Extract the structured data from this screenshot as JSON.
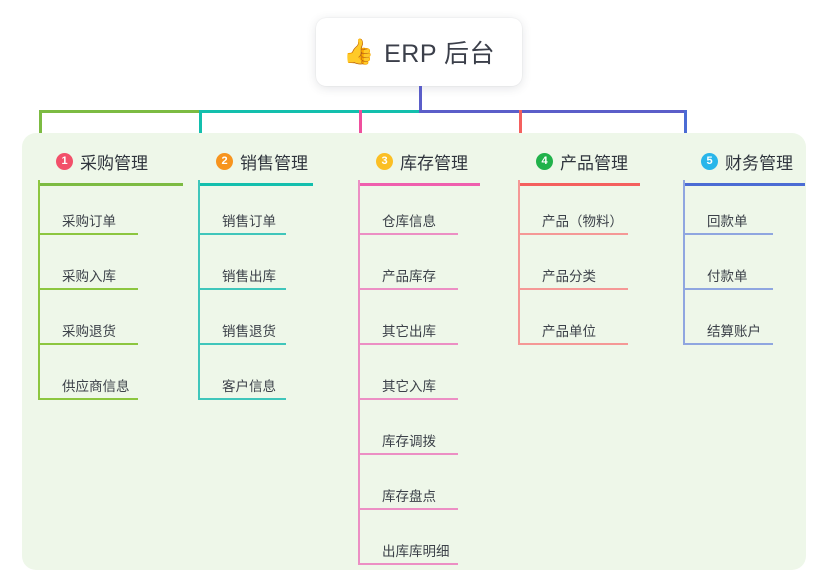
{
  "root": {
    "icon": "thumbs-up-icon",
    "emoji": "👍",
    "title": "ERP 后台"
  },
  "palette": {
    "panel_bg": "#eef7e9",
    "page_bg": "#ffffff",
    "bus_left_green": "#7cbb42",
    "bus_teal": "#13bfad",
    "bus_indigo": "#5b5ec9",
    "text": "#3c4149"
  },
  "columns": [
    {
      "number": "1",
      "title": "采购管理",
      "badge_color": "#f2506a",
      "rule_color": "#7cbb42",
      "line_color": "#8cc63f",
      "drop_color": "#7cbb42",
      "items": [
        "采购订单",
        "采购入库",
        "采购退货",
        "供应商信息"
      ]
    },
    {
      "number": "2",
      "title": "销售管理",
      "badge_color": "#f7941e",
      "rule_color": "#13bfad",
      "line_color": "#3fc6bb",
      "drop_color": "#13bfad",
      "items": [
        "销售订单",
        "销售出库",
        "销售退货",
        "客户信息"
      ]
    },
    {
      "number": "3",
      "title": "库存管理",
      "badge_color": "#fbbf24",
      "rule_color": "#ef5fae",
      "line_color": "#ec8fc4",
      "drop_color": "#ef4f9d",
      "items": [
        "仓库信息",
        "产品库存",
        "其它出库",
        "其它入库",
        "库存调拨",
        "库存盘点",
        "出库库明细"
      ]
    },
    {
      "number": "4",
      "title": "产品管理",
      "badge_color": "#21b24b",
      "rule_color": "#f4605e",
      "line_color": "#f59896",
      "drop_color": "#f4605e",
      "items": [
        "产品（物料）",
        "产品分类",
        "产品单位"
      ]
    },
    {
      "number": "5",
      "title": "财务管理",
      "badge_color": "#29b6ea",
      "rule_color": "#4b6cd4",
      "line_color": "#8fa6e0",
      "drop_color": "#4b6cd4",
      "items": [
        "回款单",
        "付款单",
        "结算账户"
      ]
    }
  ]
}
